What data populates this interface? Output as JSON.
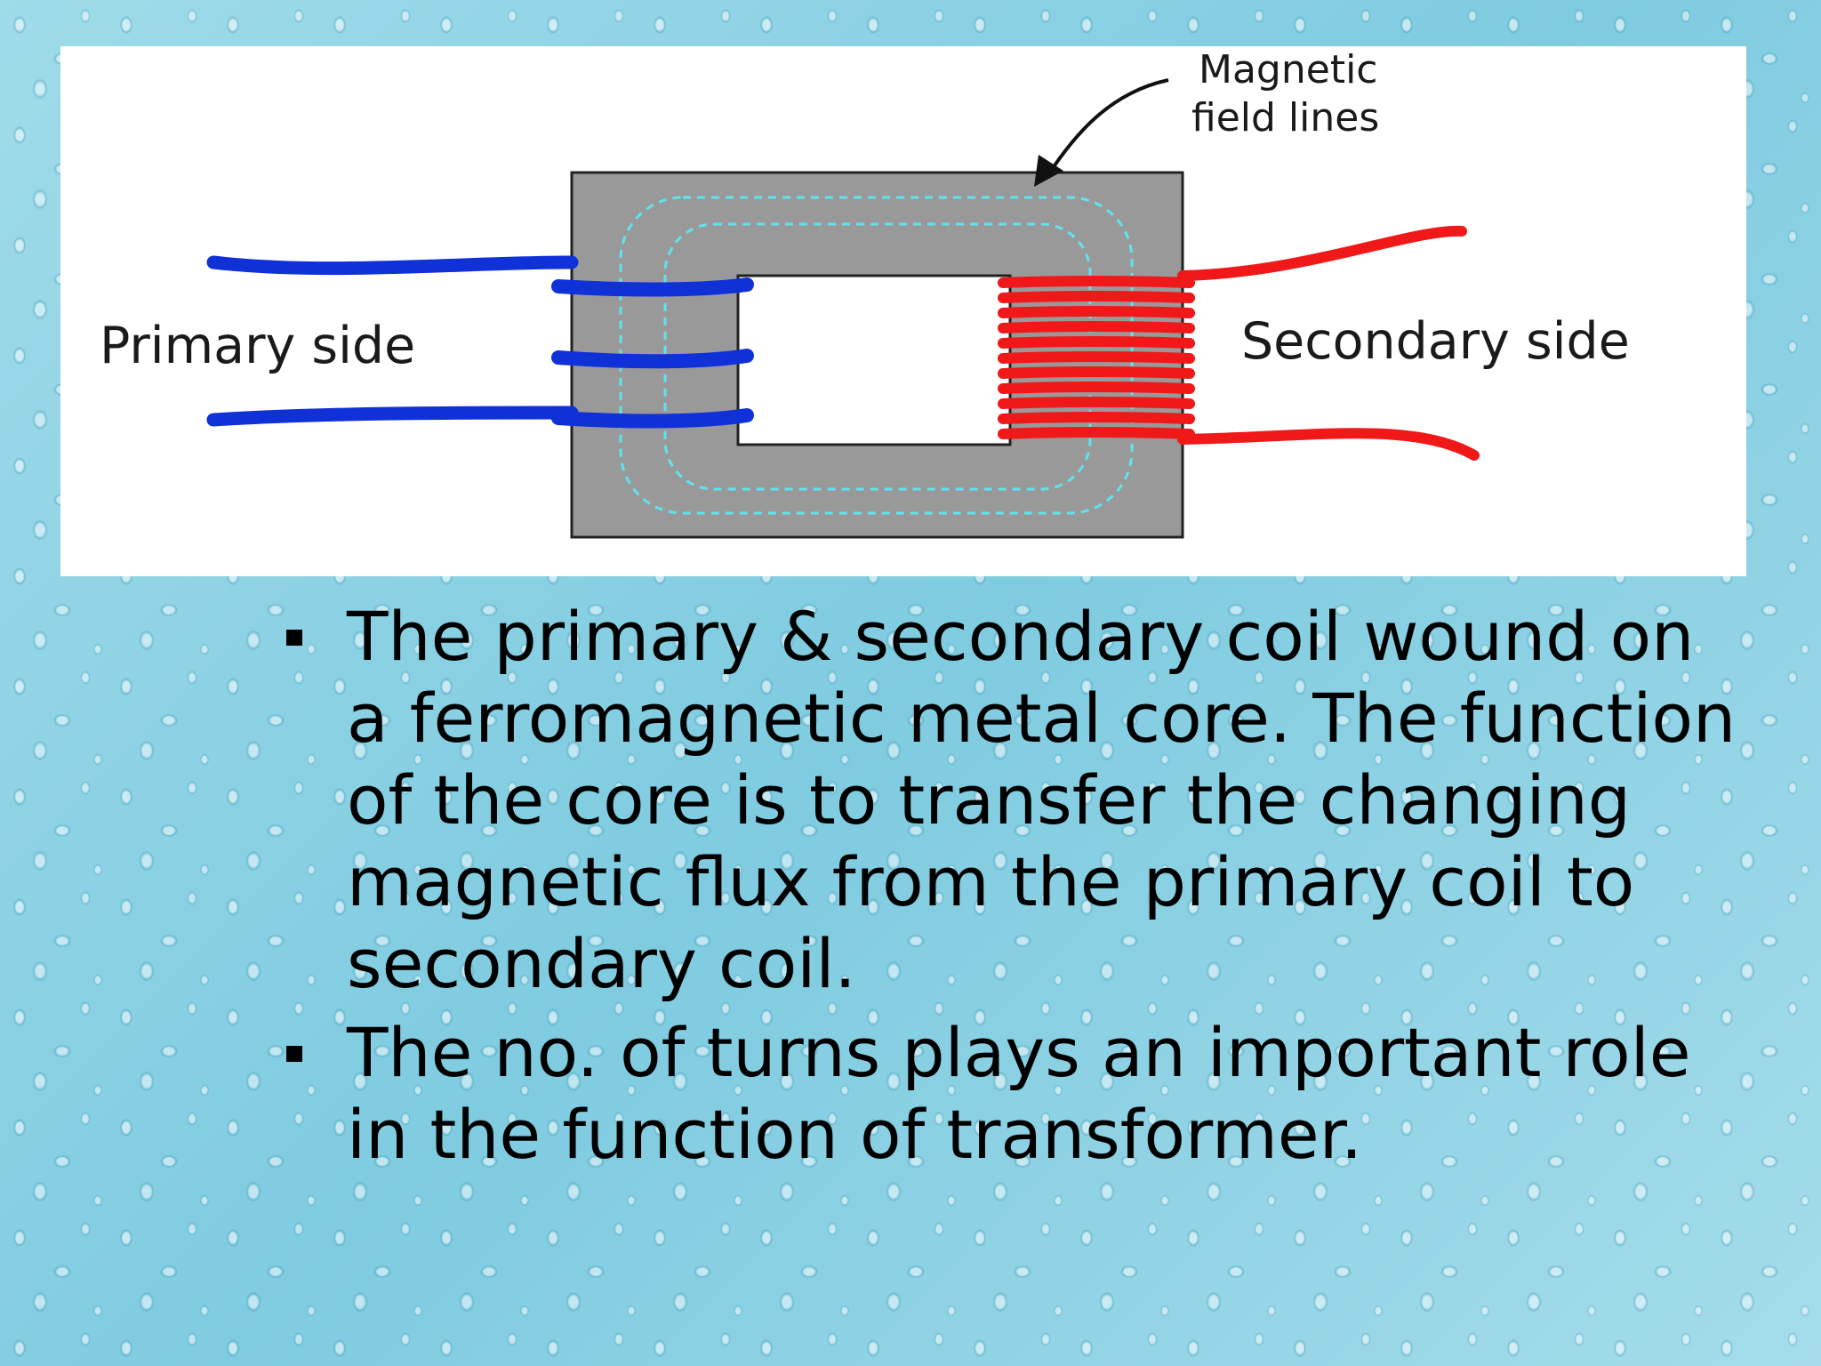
{
  "diagram": {
    "labels": {
      "magnetic_line1": "Magnetic",
      "magnetic_line2": "field lines",
      "primary": "Primary side",
      "secondary": "Secondary side"
    },
    "colors": {
      "core": "#999999",
      "primary_coil": "#1030d8",
      "secondary_coil": "#f01818",
      "field_lines": "#5fe3f0"
    }
  },
  "bullets": [
    "The primary & secondary coil wound on a ferromagnetic metal core. The function of the core is to transfer the changing magnetic flux from the primary coil to secondary coil.",
    "The no. of turns plays an important role in the function of transformer."
  ]
}
